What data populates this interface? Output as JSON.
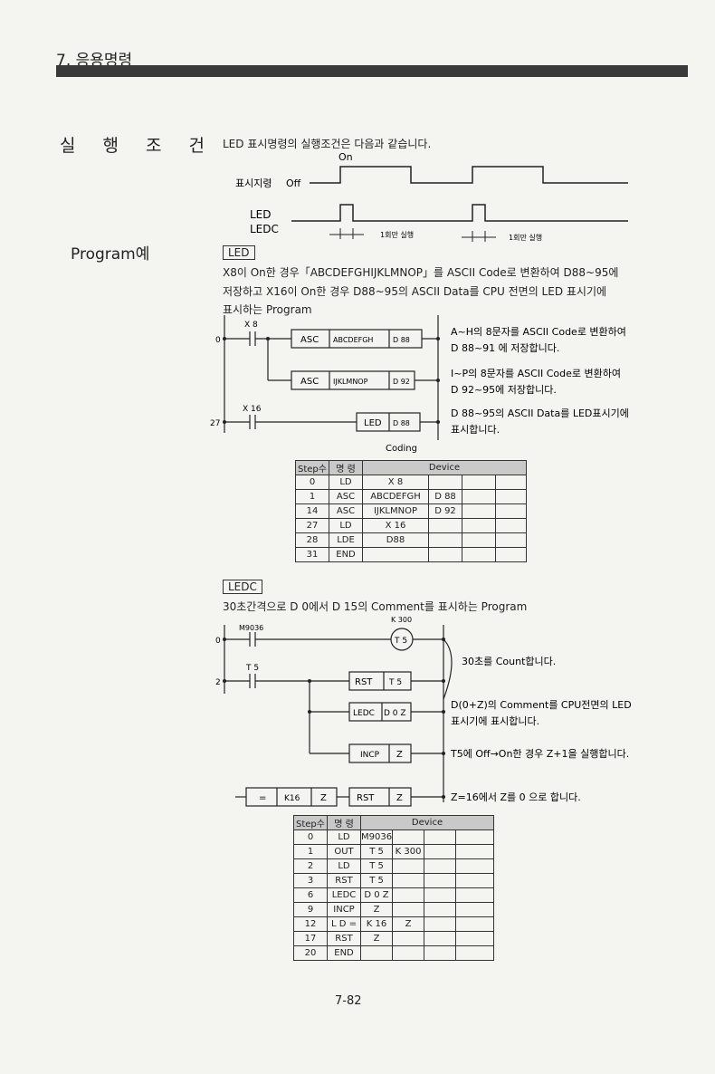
{
  "header": {
    "title": "7. 응용명령"
  },
  "section1": {
    "label": "실 행 조 건",
    "intro": "LED 표시명령의 실행조건은 다음과 같습니다.",
    "timing": {
      "on": "On",
      "cmd": "표시지령",
      "off": "Off",
      "led": "LED",
      "ledc": "LEDC",
      "once1": "1회만 실행",
      "once2": "1회만 실행"
    }
  },
  "section2": {
    "label": "Program예",
    "led_title": "LED",
    "led_desc": [
      "X8이 On한 경우「ABCDEFGHIJKLMNOP」를 ASCII Code로 변환하여 D88~95에",
      "저장하고 X16이 On한 경우 D88~95의 ASCII Data를 CPU 전면의 LED 표시기에",
      "표시하는 Program"
    ],
    "ladder1": {
      "step0": "0",
      "step27": "27",
      "x8": "X 8",
      "x16": "X 16",
      "asc1": "ASC",
      "asc1_arg": "ABCDEFGH",
      "asc1_dst": "D 88",
      "asc2": "ASC",
      "asc2_arg": "IJKLMNOP",
      "asc2_dst": "D 92",
      "led": "LED",
      "led_arg": "D 88",
      "note1a": "A~H의 8문자를 ASCII Code로 변환하여",
      "note1b": "D 88~91 에 저장합니다.",
      "note2a": "I~P의 8문자를 ASCII Code로 변환하여",
      "note2b": "D 92~95에 저장합니다.",
      "note3a": "D 88~95의 ASCII Data를 LED표시기에",
      "note3b": "표시합니다.",
      "coding": "Coding"
    },
    "table1": {
      "head": [
        "Step수",
        "명 령",
        "Device"
      ],
      "rows": [
        [
          "0",
          "LD",
          "X 8",
          "",
          "",
          ""
        ],
        [
          "1",
          "ASC",
          "ABCDEFGH",
          "D 88",
          "",
          ""
        ],
        [
          "14",
          "ASC",
          "IJKLMNOP",
          "D 92",
          "",
          ""
        ],
        [
          "27",
          "LD",
          "X 16",
          "",
          "",
          ""
        ],
        [
          "28",
          "LDE",
          "D88",
          "",
          "",
          ""
        ],
        [
          "31",
          "END",
          "",
          "",
          "",
          ""
        ]
      ]
    },
    "ledc_title": "LEDC",
    "ledc_desc": "30초간격으로 D 0에서 D 15의 Comment를 표시하는 Program",
    "ladder2": {
      "k300": "K 300",
      "m9036": "M9036",
      "t5c": "T 5",
      "step0": "0",
      "step2": "2",
      "t5": "T 5",
      "rst": "RST",
      "rst_arg": "T 5",
      "ledc": "LEDC",
      "ledc_arg": "D 0 Z",
      "incp": "INCP",
      "incp_arg": "Z",
      "eq": "=",
      "k16": "K16",
      "z": "Z",
      "rst2": "RST",
      "rst2_arg": "Z",
      "note1": "30초를 Count합니다.",
      "note2a": "D(0+Z)의 Comment를 CPU전면의 LED",
      "note2b": "표시기에 표시합니다.",
      "note3": "T5에 Off→On한 경우 Z+1을 실행합니다.",
      "note4": "Z=16에서 Z를 0 으로 합니다."
    },
    "table2": {
      "head": [
        "Step수",
        "명 령",
        "Device"
      ],
      "rows": [
        [
          "0",
          "LD",
          "M9036",
          "",
          "",
          ""
        ],
        [
          "1",
          "OUT",
          "T 5",
          "K 300",
          "",
          ""
        ],
        [
          "2",
          "LD",
          "T 5",
          "",
          "",
          ""
        ],
        [
          "3",
          "RST",
          "T 5",
          "",
          "",
          ""
        ],
        [
          "6",
          "LEDC",
          "D 0 Z",
          "",
          "",
          ""
        ],
        [
          "9",
          "INCP",
          "Z",
          "",
          "",
          ""
        ],
        [
          "12",
          "L D =",
          "K 16",
          "Z",
          "",
          ""
        ],
        [
          "17",
          "RST",
          "Z",
          "",
          "",
          ""
        ],
        [
          "20",
          "END",
          "",
          "",
          "",
          ""
        ]
      ]
    }
  },
  "footer": {
    "page": "7-82"
  }
}
